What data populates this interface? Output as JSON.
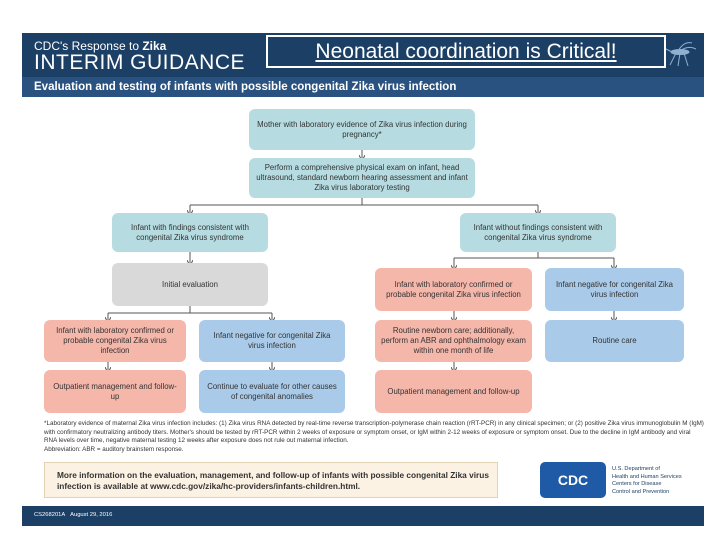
{
  "header": {
    "line1_normal": "CDC's Response to ",
    "line1_bold": "Zika",
    "line2": "INTERIM GUIDANCE",
    "subtitle": "Evaluation and testing of infants with possible congenital Zika virus infection"
  },
  "slide_title": "Neonatal coordination is Critical!",
  "flowchart": {
    "root": "Mother with laboratory evidence of Zika virus infection during pregnancy*",
    "exam": "Perform a comprehensive physical exam on infant, head ultrasound, standard newborn hearing assessment and infant Zika virus laboratory testing",
    "left_branch": "Infant with findings consistent with congenital Zika virus syndrome",
    "right_branch": "Infant without findings consistent with congenital Zika virus syndrome",
    "initial_eval": "Initial evaluation",
    "right_lab_positive": "Infant with laboratory confirmed or probable congenital Zika virus infection",
    "right_negative": "Infant negative for congenital Zika virus infection",
    "left_lab_positive": "Infant with laboratory confirmed or probable congenital Zika virus infection",
    "left_negative": "Infant negative for congenital Zika virus infection",
    "routine_abr": "Routine newborn care; additionally, perform an ABR and ophthalmology exam within one month of life",
    "routine_care": "Routine care",
    "left_outpatient": "Outpatient management and follow-up",
    "continue_eval": "Continue to evaluate for other causes of congenital anomalies",
    "right_outpatient": "Outpatient management and follow-up"
  },
  "footnote": {
    "line1": "*Laboratory evidence of maternal Zika virus infection includes: (1) Zika virus RNA detected by real-time reverse transcription-polymerase chain reaction (rRT-PCR) in any clinical specimen; or (2) positive Zika virus immunoglobulin M (IgM) with confirmatory neutralizing antibody titers. Mother's should be tested by rRT-PCR within 2 weeks of exposure or symptom onset, or IgM within 2-12 weeks of exposure or symptom onset. Due to the decline in IgM antibody and viral RNA levels over time, negative maternal testing 12 weeks after exposure does not rule out maternal infection.",
    "line2": "Abbreviation: ABR = auditory brainstem response."
  },
  "info_box": {
    "text_start": "More information on the evaluation, management, and follow-up of infants with possible congenital Zika virus infection is available at ",
    "link": "www.cdc.gov/zika/hc-providers/infants-children.html",
    "text_end": "."
  },
  "logos": {
    "cdc_label": "CDC",
    "hhs_line1": "U.S. Department of",
    "hhs_line2": "Health and Human Services",
    "hhs_line3": "Centers for Disease",
    "hhs_line4": "Control and Prevention"
  },
  "bottom_bar": {
    "code": "CS268201A",
    "date": "August 29, 2016"
  },
  "colors": {
    "navy": "#1c3f66",
    "teal": "#b6dce1",
    "gray": "#d9d9d9",
    "pink": "#f6b7ab",
    "blue": "#a9cbe9"
  }
}
